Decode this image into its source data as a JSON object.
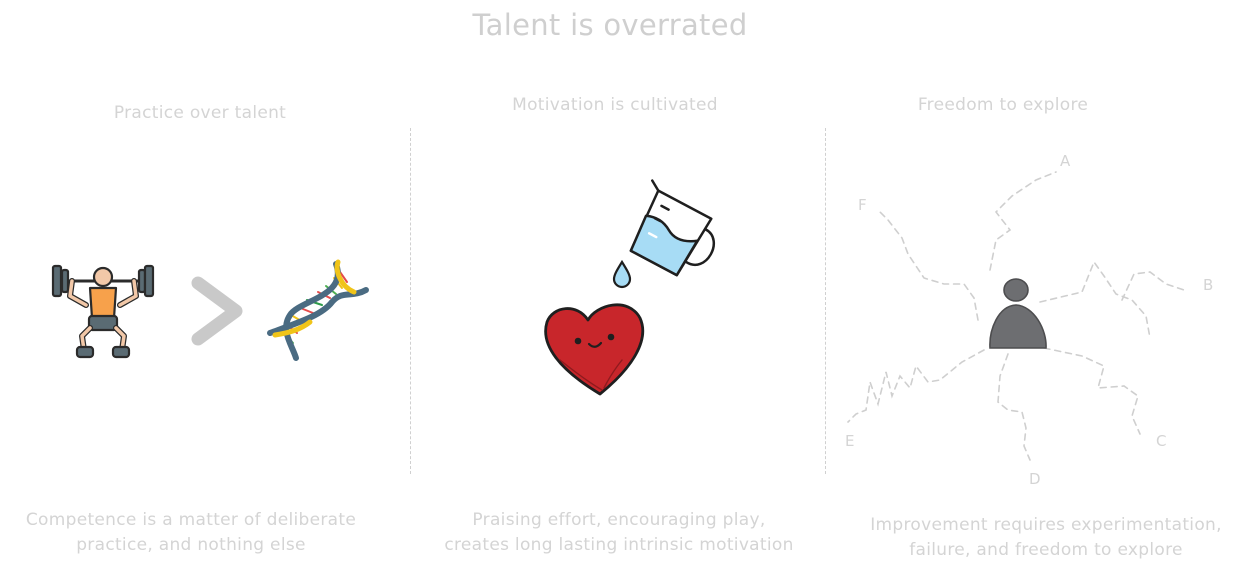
{
  "title": "Talent is overrated",
  "columns": [
    {
      "title": "Practice over talent",
      "caption_lines": [
        "Competence is a matter of deliberate",
        "practice, and nothing else"
      ],
      "icons": [
        "weightlifter-icon",
        "greater-than-icon",
        "dna-icon"
      ]
    },
    {
      "title": "Motivation is cultivated",
      "caption_lines": [
        "Praising effort, encouraging play,",
        "creates long lasting intrinsic motivation"
      ],
      "icons": [
        "watering-jug-icon",
        "water-drop-icon",
        "smiling-heart-icon"
      ]
    },
    {
      "title": "Freedom to explore",
      "caption_lines": [
        "Improvement requires experimentation,",
        "failure, and freedom to explore"
      ],
      "icons": [
        "person-icon"
      ],
      "paths": [
        "A",
        "B",
        "C",
        "D",
        "E",
        "F"
      ]
    }
  ],
  "colors": {
    "text": "#d4d4d4",
    "heart": "#c8262b",
    "water": "#a7dcf5",
    "person": "#6d6e71"
  }
}
